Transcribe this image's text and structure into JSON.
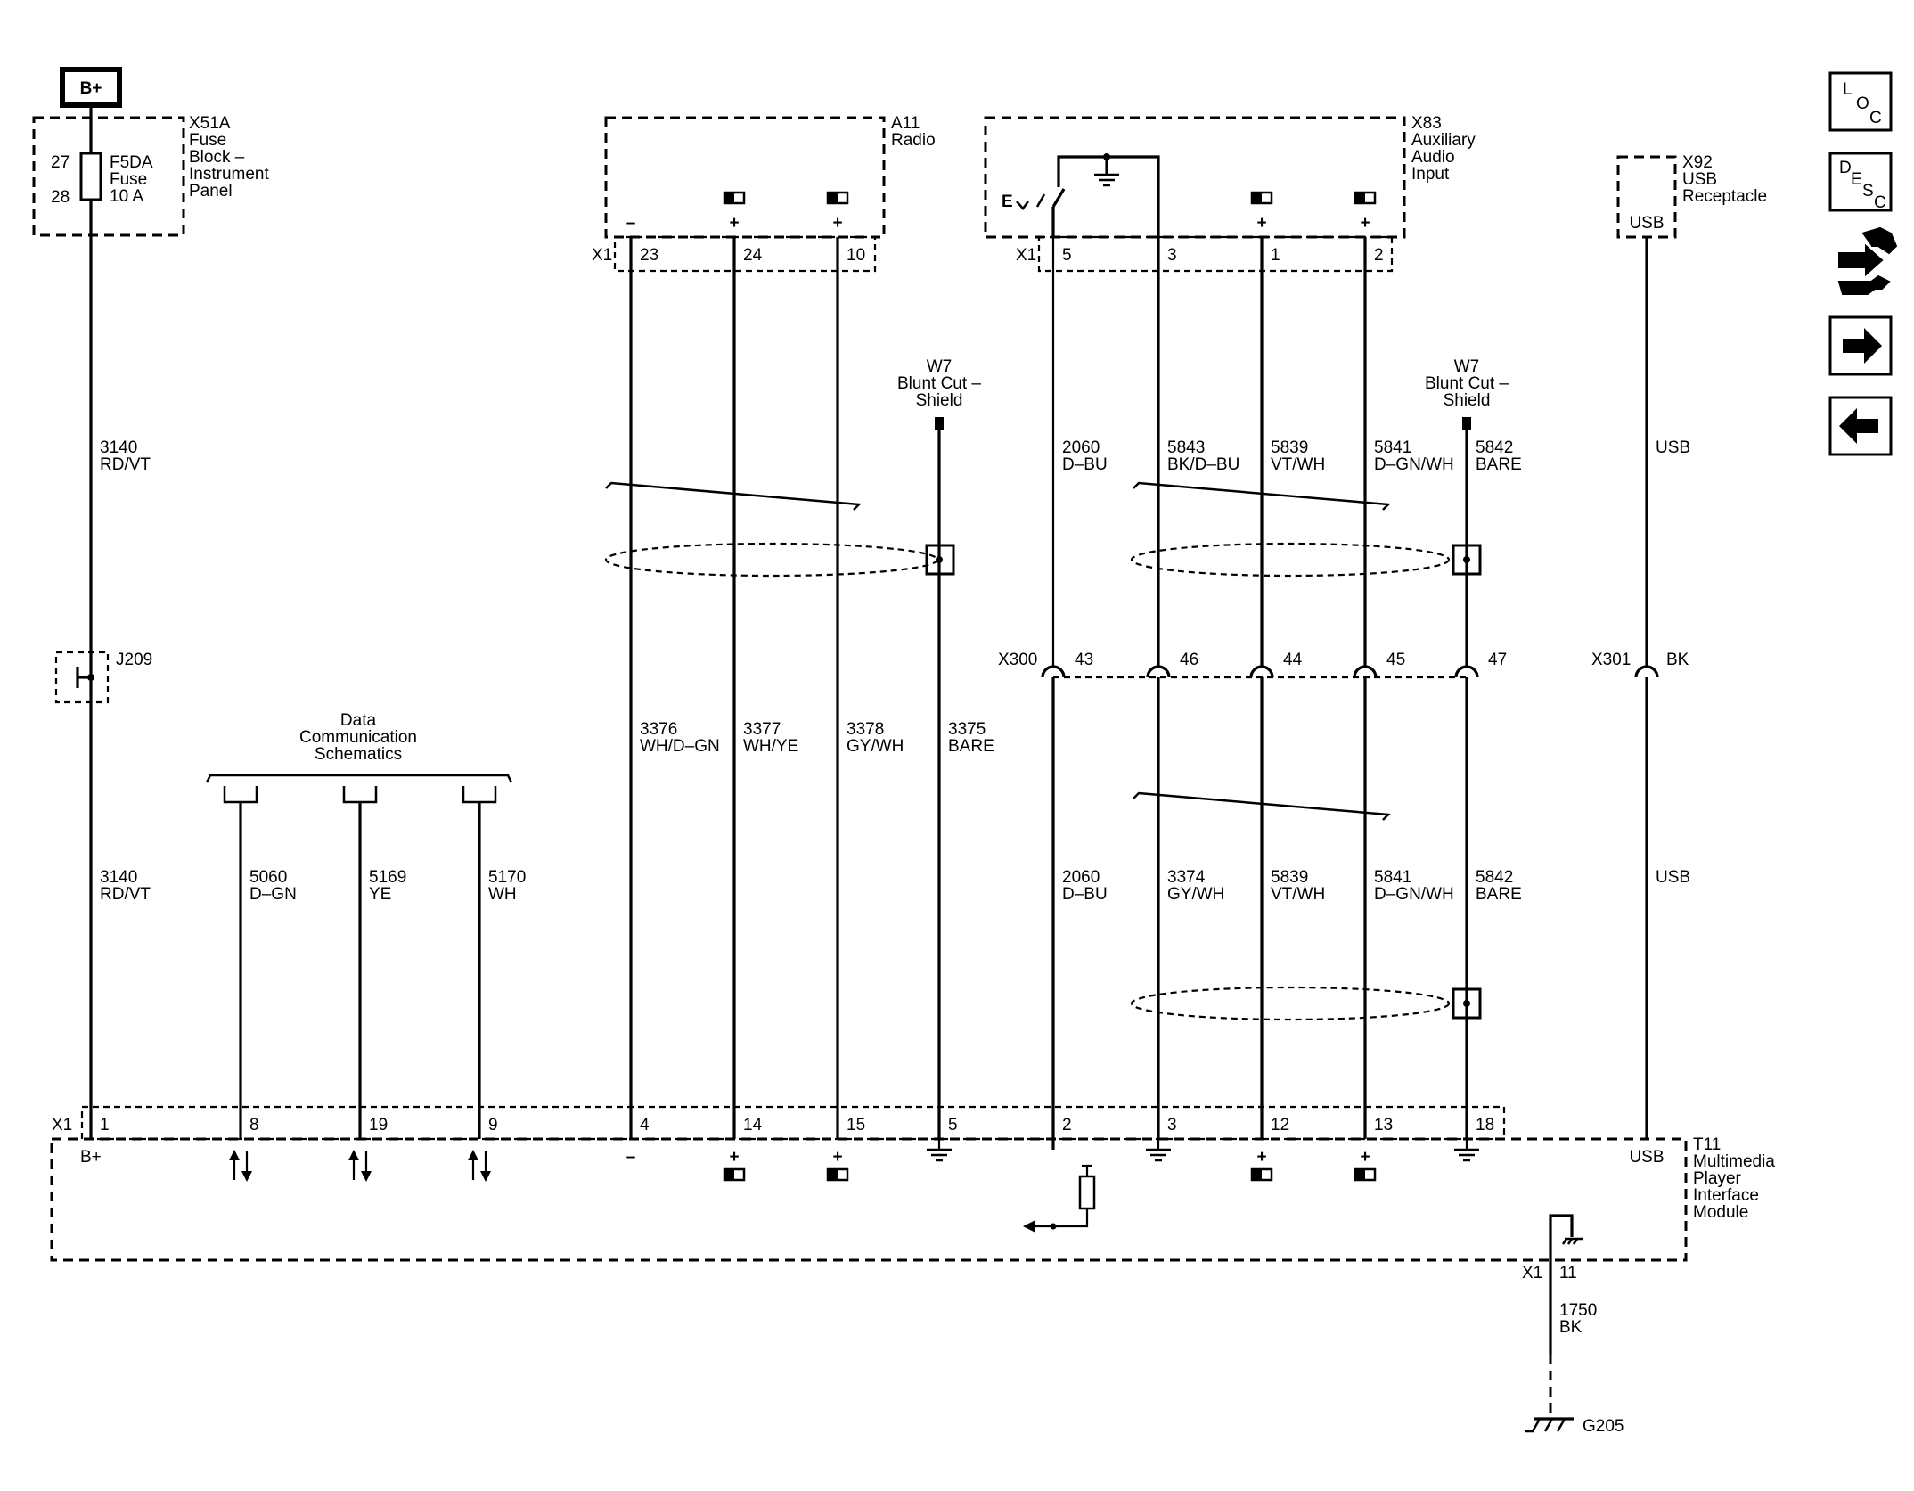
{
  "power": {
    "label": "B+"
  },
  "fuse_block": {
    "name": "X51A",
    "desc": [
      "Fuse",
      "Block –",
      "Instrument",
      "Panel"
    ],
    "pin_top": "27",
    "pin_bottom": "28",
    "fuse": [
      "F5DA",
      "Fuse",
      "10 A"
    ]
  },
  "radio": {
    "name": "A11",
    "desc": [
      "Radio"
    ],
    "conn": "X1"
  },
  "aux": {
    "name": "X83",
    "desc": [
      "Auxiliary",
      "Audio",
      "Input"
    ],
    "conn": "X1",
    "switch_label": "E"
  },
  "usb_rec": {
    "name": "X92",
    "desc": [
      "USB",
      "Receptacle"
    ],
    "pin": "USB"
  },
  "splice": {
    "name": "J209"
  },
  "data_comm": {
    "label": [
      "Data",
      "Communication",
      "Schematics"
    ]
  },
  "shield_radio": {
    "label": [
      "W7",
      "Blunt Cut –",
      "Shield"
    ]
  },
  "shield_aux": {
    "label": [
      "W7",
      "Blunt Cut –",
      "Shield"
    ]
  },
  "inline": {
    "x300": "X300",
    "x301": "X301",
    "x301_pin": "BK"
  },
  "module": {
    "name": "T11",
    "desc": [
      "Multimedia",
      "Player",
      "Interface",
      "Module"
    ],
    "conn": "X1",
    "bplus": "B+",
    "usb_pin": "USB",
    "ground_conn": "X1",
    "ground_pin": "11"
  },
  "ground": {
    "wire": [
      "1750",
      "BK"
    ],
    "name": "G205"
  },
  "wires": {
    "w3140_top": [
      "3140",
      "RD/VT"
    ],
    "w3140_bot": [
      "3140",
      "RD/VT"
    ],
    "w5060": [
      "5060",
      "D–GN"
    ],
    "w5169": [
      "5169",
      "YE"
    ],
    "w5170": [
      "5170",
      "WH"
    ],
    "w3376": [
      "3376",
      "WH/D–GN"
    ],
    "w3377": [
      "3377",
      "WH/YE"
    ],
    "w3378": [
      "3378",
      "GY/WH"
    ],
    "w3375": [
      "3375",
      "BARE"
    ],
    "w2060_top": [
      "2060",
      "D–BU"
    ],
    "w5843": [
      "5843",
      "BK/D–BU"
    ],
    "w5839_top": [
      "5839",
      "VT/WH"
    ],
    "w5841_top": [
      "5841",
      "D–GN/WH"
    ],
    "w5842_top": [
      "5842",
      "BARE"
    ],
    "wusb_top": [
      "USB"
    ],
    "w2060_bot": [
      "2060",
      "D–BU"
    ],
    "w3374": [
      "3374",
      "GY/WH"
    ],
    "w5839_bot": [
      "5839",
      "VT/WH"
    ],
    "w5841_bot": [
      "5841",
      "D–GN/WH"
    ],
    "w5842_bot": [
      "5842",
      "BARE"
    ],
    "wusb_bot": [
      "USB"
    ]
  },
  "pins": {
    "radio": [
      "23",
      "24",
      "10"
    ],
    "aux": [
      "5",
      "3",
      "1",
      "2"
    ],
    "x300": [
      "43",
      "46",
      "44",
      "45",
      "47"
    ],
    "module": [
      "1",
      "8",
      "19",
      "9",
      "4",
      "14",
      "15",
      "5",
      "2",
      "3",
      "12",
      "13",
      "18"
    ]
  },
  "polarity": {
    "minus": "–",
    "plus": "+"
  },
  "nav": {
    "loc": [
      "L",
      "O",
      "C"
    ],
    "desc": [
      "D",
      "E",
      "S",
      "C"
    ]
  }
}
